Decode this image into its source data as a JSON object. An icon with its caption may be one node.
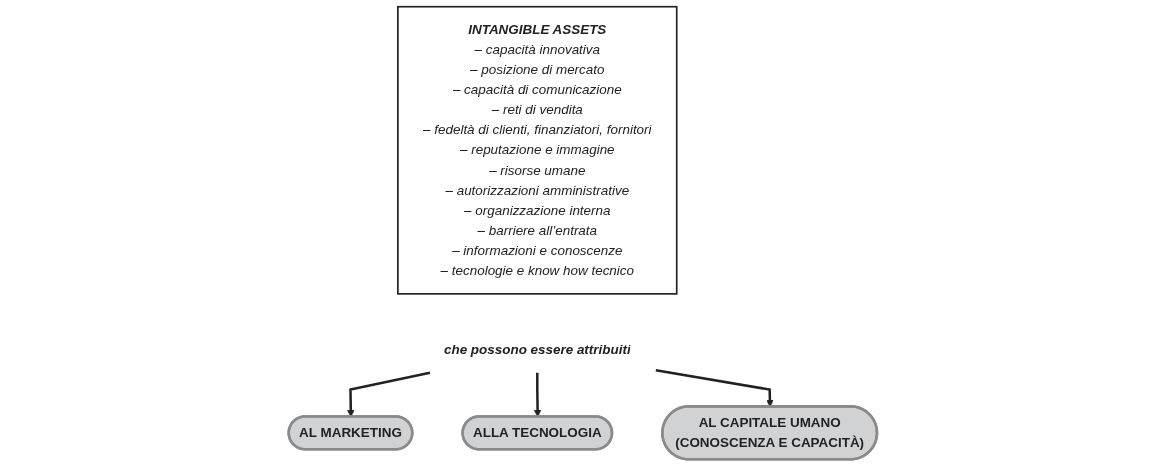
{
  "diagram": {
    "nodes": [
      {
        "text": [
          "INTANGIBLE ASSETS",
          "– capacità innovativa",
          "– posizione di mercato",
          "– capacità di comunicazione",
          "– reti di vendita",
          "– fedeltà di clienti, finanziatori, fornitori",
          "– reputazione e immagine",
          "– risorse umane",
          "– autorizzazioni amministrative",
          "– organizzazione interna",
          "– barriere all’entrata",
          "– informazioni e conoscenze",
          "– tecnologie e know how tecnico"
        ]
      },
      {
        "text": [
          "che possono essere attribuiti"
        ]
      },
      {
        "text": [
          "AL MARKETING"
        ]
      },
      {
        "text": [
          "ALLA TECNOLOGIA"
        ]
      },
      {
        "text": [
          "AL CAPITALE UMANO",
          "(CONOSCENZA E CAPACITÀ)"
        ]
      }
    ],
    "edges": [
      {
        "from": 1,
        "to": 2,
        "arrow": "to"
      },
      {
        "from": 1,
        "to": 3,
        "arrow": "to"
      },
      {
        "from": 1,
        "to": 4,
        "arrow": "to"
      }
    ]
  }
}
